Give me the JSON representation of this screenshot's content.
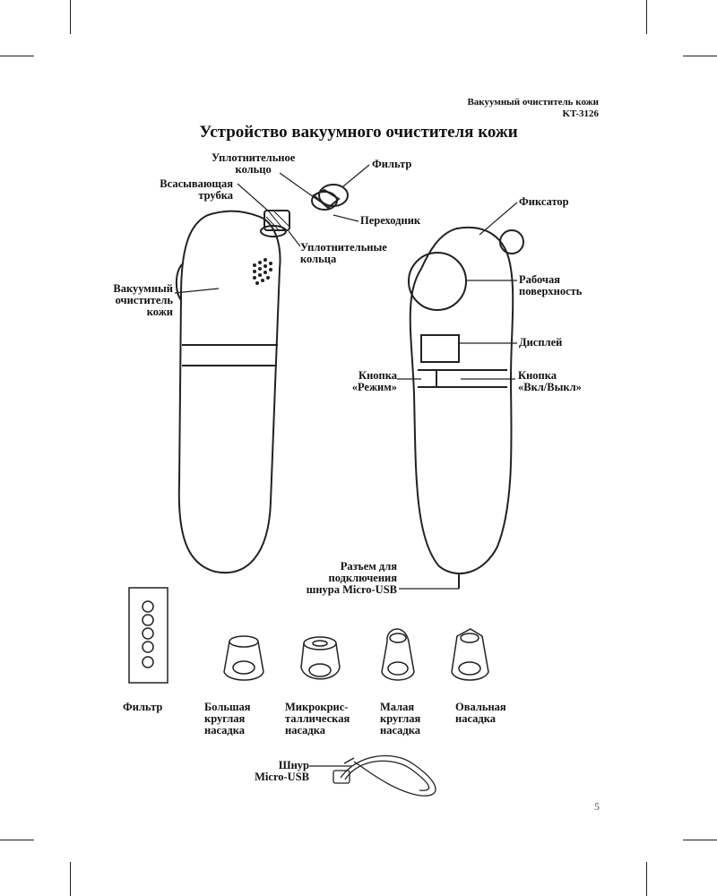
{
  "header": {
    "line1": "Вакуумный очиститель кожи",
    "line2": "KT-3126"
  },
  "title": "Устройство вакуумного очистителя кожи",
  "labels": {
    "sealing_ring": "Уплотнительное\nкольцо",
    "filter_top": "Фильтр",
    "suction_tube": "Всасывающая\nтрубка",
    "adapter": "Переходник",
    "sealing_rings": "Уплотнительные\nкольца",
    "device": "Вакуумный\nочиститель\nкожи",
    "latch": "Фиксатор",
    "work_surface": "Рабочая\nповерхность",
    "display": "Дисплей",
    "mode_button": "Кнопка\n«Режим»",
    "power_button": "Кнопка\n«Вкл/Выкл»",
    "usb_port": "Разъем для\nподключения\nшнура Micro-USB",
    "filter_bottom": "Фильтр",
    "large_round": "Большая\nкруглая\nнасадка",
    "microcrystal": "Микрокрис-\nталлическая\nнасадка",
    "small_round": "Малая\nкруглая\nнасадка",
    "oval": "Овальная\nнасадка",
    "usb_cord": "Шнур\nMicro-USB"
  },
  "page_number": "5"
}
